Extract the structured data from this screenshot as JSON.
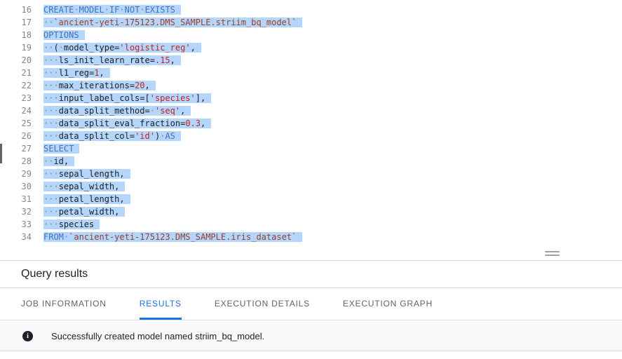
{
  "editor": {
    "lines": [
      {
        "num": 16,
        "segments": [
          [
            "kw",
            "CREATE"
          ],
          [
            "ws",
            "·"
          ],
          [
            "kw",
            "MODEL"
          ],
          [
            "ws",
            "·"
          ],
          [
            "kw",
            "IF"
          ],
          [
            "ws",
            "·"
          ],
          [
            "kw",
            "NOT"
          ],
          [
            "ws",
            "·"
          ],
          [
            "kw",
            "EXISTS"
          ]
        ]
      },
      {
        "num": 17,
        "segments": [
          [
            "ws",
            "··"
          ],
          [
            "bq",
            "`ancient-yeti-175123.DMS_SAMPLE.striim_bq_model`"
          ]
        ]
      },
      {
        "num": 18,
        "segments": [
          [
            "kw",
            "OPTIONS"
          ]
        ]
      },
      {
        "num": 19,
        "segments": [
          [
            "ws",
            "··"
          ],
          [
            "op",
            "("
          ],
          [
            "ws",
            "·"
          ],
          [
            "var",
            "model_type"
          ],
          [
            "op",
            "="
          ],
          [
            "str",
            "'logistic_reg'"
          ],
          [
            "op",
            ","
          ]
        ]
      },
      {
        "num": 20,
        "segments": [
          [
            "ws",
            "···"
          ],
          [
            "var",
            "ls_init_learn_rate"
          ],
          [
            "op",
            "="
          ],
          [
            "num",
            ".15"
          ],
          [
            "op",
            ","
          ]
        ]
      },
      {
        "num": 21,
        "segments": [
          [
            "ws",
            "···"
          ],
          [
            "var",
            "l1_reg"
          ],
          [
            "op",
            "="
          ],
          [
            "num",
            "1"
          ],
          [
            "op",
            ","
          ]
        ]
      },
      {
        "num": 22,
        "segments": [
          [
            "ws",
            "···"
          ],
          [
            "var",
            "max_iterations"
          ],
          [
            "op",
            "="
          ],
          [
            "num",
            "20"
          ],
          [
            "op",
            ","
          ]
        ]
      },
      {
        "num": 23,
        "segments": [
          [
            "ws",
            "···"
          ],
          [
            "var",
            "input_label_cols"
          ],
          [
            "op",
            "=["
          ],
          [
            "str",
            "'species'"
          ],
          [
            "op",
            "],"
          ]
        ]
      },
      {
        "num": 24,
        "segments": [
          [
            "ws",
            "···"
          ],
          [
            "var",
            "data_split_method"
          ],
          [
            "op",
            "="
          ],
          [
            "ws",
            "·"
          ],
          [
            "str",
            "'seq'"
          ],
          [
            "op",
            ","
          ]
        ]
      },
      {
        "num": 25,
        "segments": [
          [
            "ws",
            "···"
          ],
          [
            "var",
            "data_split_eval_fraction"
          ],
          [
            "op",
            "="
          ],
          [
            "num",
            "0.3"
          ],
          [
            "op",
            ","
          ]
        ]
      },
      {
        "num": 26,
        "segments": [
          [
            "ws",
            "···"
          ],
          [
            "var",
            "data_split_col"
          ],
          [
            "op",
            "="
          ],
          [
            "str",
            "'id'"
          ],
          [
            "op",
            ")"
          ],
          [
            "ws",
            "·"
          ],
          [
            "kw",
            "AS"
          ]
        ]
      },
      {
        "num": 27,
        "segments": [
          [
            "kw",
            "SELECT"
          ]
        ]
      },
      {
        "num": 28,
        "segments": [
          [
            "ws",
            "··"
          ],
          [
            "var",
            "id"
          ],
          [
            "op",
            ","
          ]
        ]
      },
      {
        "num": 29,
        "segments": [
          [
            "ws",
            "···"
          ],
          [
            "var",
            "sepal_length"
          ],
          [
            "op",
            ","
          ]
        ]
      },
      {
        "num": 30,
        "segments": [
          [
            "ws",
            "···"
          ],
          [
            "var",
            "sepal_width"
          ],
          [
            "op",
            ","
          ]
        ]
      },
      {
        "num": 31,
        "segments": [
          [
            "ws",
            "···"
          ],
          [
            "var",
            "petal_length"
          ],
          [
            "op",
            ","
          ]
        ]
      },
      {
        "num": 32,
        "segments": [
          [
            "ws",
            "···"
          ],
          [
            "var",
            "petal_width"
          ],
          [
            "op",
            ","
          ]
        ]
      },
      {
        "num": 33,
        "segments": [
          [
            "ws",
            "···"
          ],
          [
            "var",
            "species"
          ]
        ]
      },
      {
        "num": 34,
        "segments": [
          [
            "kw",
            "FROM"
          ],
          [
            "ws",
            "·"
          ],
          [
            "bq",
            "`ancient-yeti-175123.DMS_SAMPLE.iris_dataset`"
          ]
        ]
      }
    ]
  },
  "results_panel": {
    "title": "Query results",
    "tabs": [
      {
        "label": "JOB INFORMATION",
        "active": false
      },
      {
        "label": "RESULTS",
        "active": true
      },
      {
        "label": "EXECUTION DETAILS",
        "active": false
      },
      {
        "label": "EXECUTION GRAPH",
        "active": false
      }
    ],
    "message": "Successfully created model named striim_bq_model.",
    "info_icon_glyph": "i"
  },
  "colors": {
    "selection": "#b5d6fc",
    "keyword": "#4272b8",
    "string": "#c5221f",
    "number": "#c5221f",
    "backtick_identifier": "#9a3e26",
    "line_number": "#80868b",
    "active_tab": "#1a73e8",
    "inactive_tab": "#5f6368",
    "divider": "#dadce0",
    "results_background": "#f8f9fa"
  }
}
